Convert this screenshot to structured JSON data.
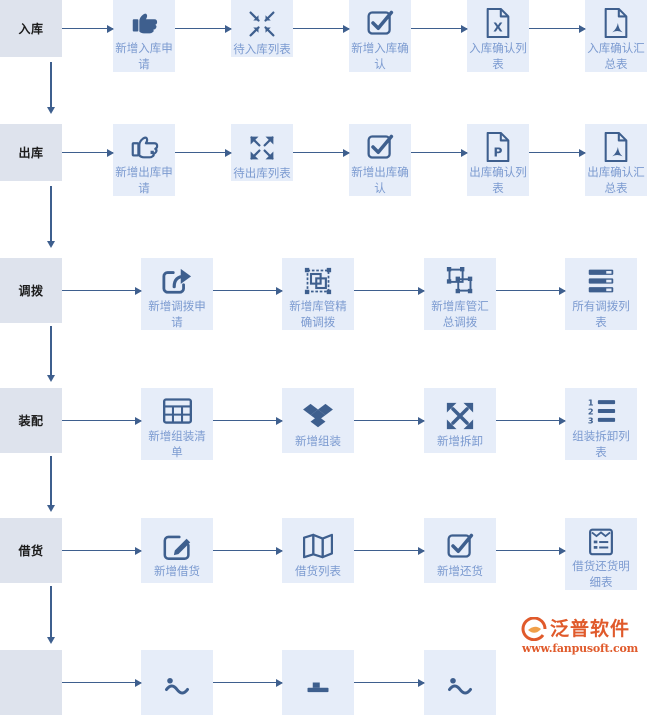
{
  "colors": {
    "category_bg": "#dee3ed",
    "tile_bg": "#e6edf9",
    "icon": "#3e5f8e",
    "caption": "#7b9ad0",
    "arrow": "#3e5f8e",
    "watermark": "#e05a2b",
    "page_bg": "#ffffff"
  },
  "watermark": {
    "name": "泛普软件",
    "url": "www.fanpusoft.com",
    "logo_icon": "fanpu-logo-icon"
  },
  "flow": {
    "rows": [
      {
        "category": "入库",
        "nodes": [
          {
            "label": "新增入库申请",
            "icon": "thumbs-up-filled-icon"
          },
          {
            "label": "待入库列表",
            "icon": "collapse-arrows-icon"
          },
          {
            "label": "新增入库确认",
            "icon": "check-square-icon"
          },
          {
            "label": "入库确认列表",
            "icon": "excel-file-icon"
          },
          {
            "label": "入库确认汇总表",
            "icon": "pdf-file-icon"
          }
        ]
      },
      {
        "category": "出库",
        "nodes": [
          {
            "label": "新增出库申请",
            "icon": "thumbs-up-outline-icon"
          },
          {
            "label": "待出库列表",
            "icon": "expand-arrows-icon"
          },
          {
            "label": "新增出库确认",
            "icon": "check-square-icon"
          },
          {
            "label": "出库确认列表",
            "icon": "powerpoint-file-icon"
          },
          {
            "label": "出库确认汇总表",
            "icon": "pdf-file-icon"
          }
        ]
      },
      {
        "category": "调拨",
        "nodes": [
          {
            "label": "新增调拨申请",
            "icon": "share-arrow-icon"
          },
          {
            "label": "新增库管精确调拨",
            "icon": "object-group-icon"
          },
          {
            "label": "新增库管汇总调拨",
            "icon": "object-ungroup-icon"
          },
          {
            "label": "所有调拨列表",
            "icon": "server-list-icon"
          }
        ]
      },
      {
        "category": "装配",
        "nodes": [
          {
            "label": "新增组装清单",
            "icon": "table-grid-icon"
          },
          {
            "label": "新增组装",
            "icon": "dropbox-icon"
          },
          {
            "label": "新增拆卸",
            "icon": "arrows-alt-icon"
          },
          {
            "label": "组装拆卸列表",
            "icon": "ordered-list-icon"
          }
        ]
      },
      {
        "category": "借货",
        "nodes": [
          {
            "label": "新增借货",
            "icon": "edit-pencil-square-icon"
          },
          {
            "label": "借货列表",
            "icon": "map-icon"
          },
          {
            "label": "新增还货",
            "icon": "check-square-icon"
          },
          {
            "label": "借货还货明细表",
            "icon": "clipboard-list-icon"
          }
        ]
      },
      {
        "category": "",
        "nodes": [
          {
            "label": "",
            "icon": "partial-icon-1"
          },
          {
            "label": "",
            "icon": "partial-icon-2"
          },
          {
            "label": "",
            "icon": "partial-icon-3"
          }
        ]
      }
    ]
  }
}
